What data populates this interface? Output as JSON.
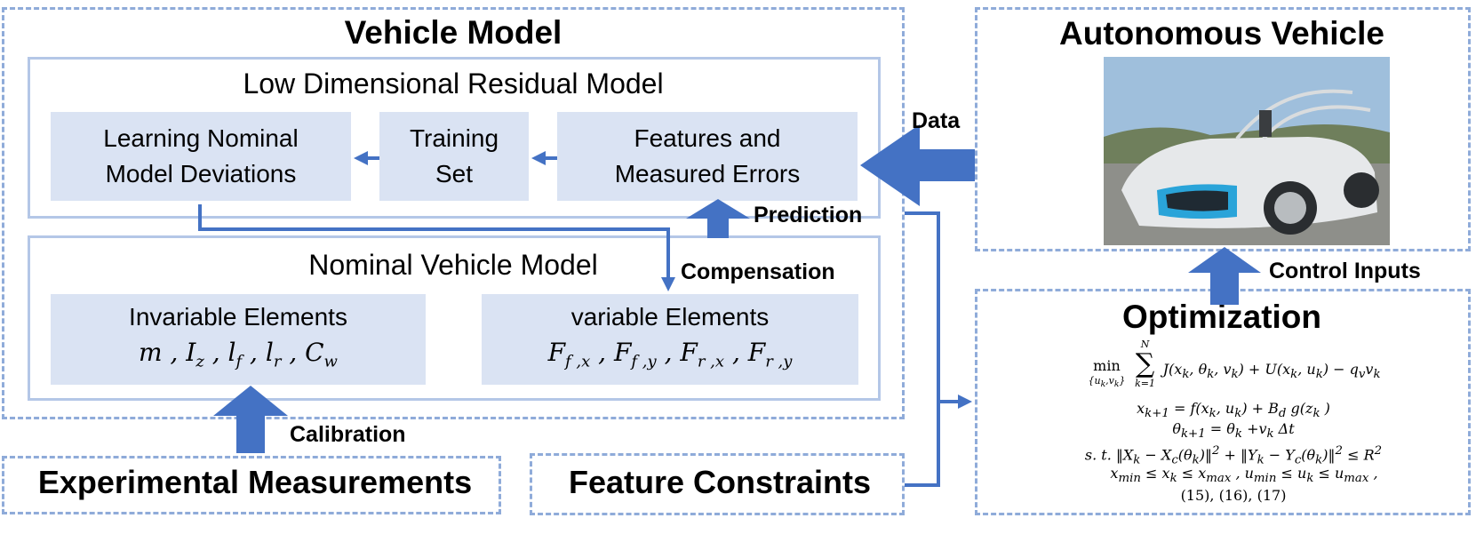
{
  "vehicle_model": {
    "title": "Vehicle Model",
    "residual": {
      "title": "Low Dimensional Residual Model",
      "learning": [
        "Learning Nominal",
        "Model Deviations"
      ],
      "training": [
        "Training",
        "Set"
      ],
      "features": [
        "Features and",
        "Measured Errors"
      ]
    },
    "nominal": {
      "title": "Nominal Vehicle Model",
      "invariable_title": "Invariable Elements",
      "invariable_formula": "m , I_z , l_f , l_r , C_w",
      "variable_title": "variable Elements",
      "variable_formula": "F_f,x , F_f,y , F_r,x , F_r,y"
    }
  },
  "autonomous_vehicle": {
    "title": "Autonomous Vehicle"
  },
  "optimization": {
    "title": "Optimization",
    "lines": [
      "min_{u_k,v_k} Σ_{k=1}^{N} J(x_k, θ_k, v_k) + U(x_k, u_k) − q_v v_k",
      "x_{k+1} = f(x_k, u_k) + B_d g(z_k)",
      "θ_{k+1} = θ_k + v_k Δt",
      "s.t. ‖X_k − X_c(θ_k)‖² + ‖Y_k − Y_c(θ_k)‖² ≤ R²",
      "x_min ≤ x_k ≤ x_max , u_min ≤ u_k ≤ u_max ,",
      "(15), (16), (17)"
    ]
  },
  "bottom": {
    "experimental": "Experimental Measurements",
    "constraints": "Feature Constraints"
  },
  "labels": {
    "data": "Data",
    "prediction": "Prediction",
    "compensation": "Compensation",
    "calibration": "Calibration",
    "control_inputs": "Control Inputs"
  },
  "colors": {
    "dashed_border": "#8fabd9",
    "inner_border": "#b4c7e7",
    "box_fill": "#dae3f3",
    "arrow": "#4472c4"
  },
  "icons": {
    "car_photo": "car-photo"
  }
}
